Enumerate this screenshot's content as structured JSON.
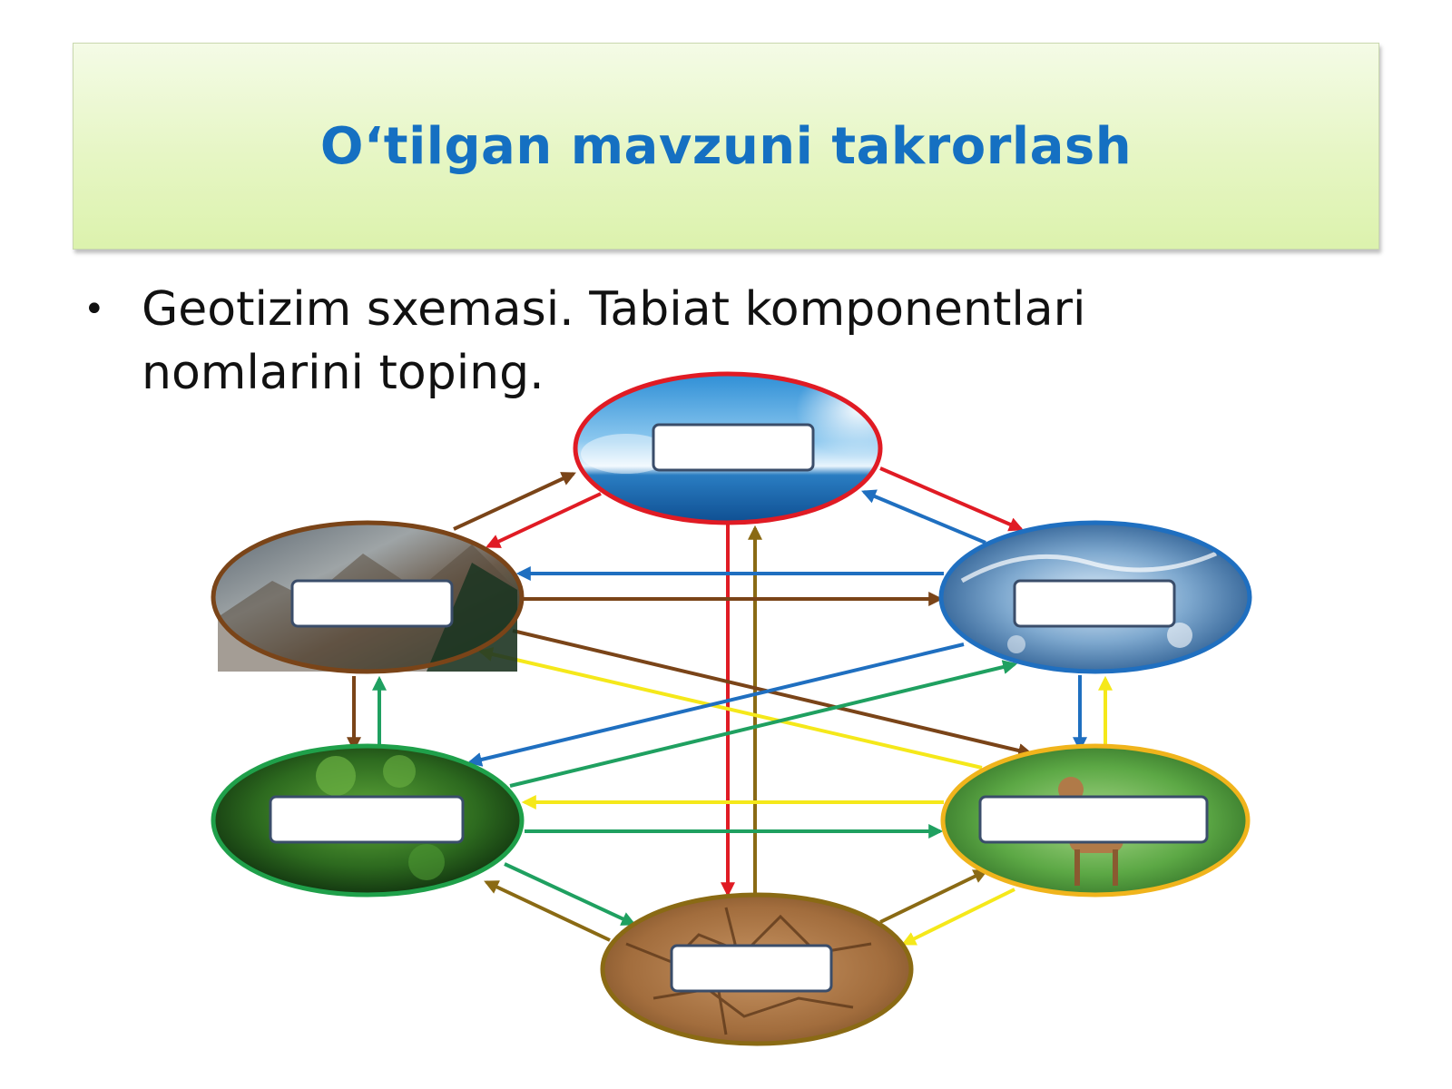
{
  "title": "O‘tilgan mavzuni takrorlash",
  "bullet": {
    "text": "Geotizim sxemasi. Tabiat komponentlari nomlarini toping."
  },
  "diagram": {
    "nodes": [
      {
        "id": "atmosphere",
        "icon": "sky-clouds-sea-image",
        "border_color": "#e01b24",
        "label": ""
      },
      {
        "id": "lithosphere",
        "icon": "mountains-image",
        "border_color": "#7a4418",
        "label": ""
      },
      {
        "id": "hydrosphere",
        "icon": "water-splash-image",
        "border_color": "#1f6fc0",
        "label": ""
      },
      {
        "id": "vegetation",
        "icon": "green-plants-image",
        "border_color": "#1fa04a",
        "label": ""
      },
      {
        "id": "fauna",
        "icon": "deer-in-forest-image",
        "border_color": "#f0b41c",
        "label": ""
      },
      {
        "id": "soil",
        "icon": "cracked-soil-image",
        "border_color": "#8a6a14",
        "label": ""
      }
    ],
    "arrow_colors": {
      "red": "#e01b24",
      "brown": "#7a4418",
      "blue": "#1f6fc0",
      "green": "#1fa060",
      "yellow": "#f5e81a",
      "olive": "#8a6a14"
    }
  }
}
